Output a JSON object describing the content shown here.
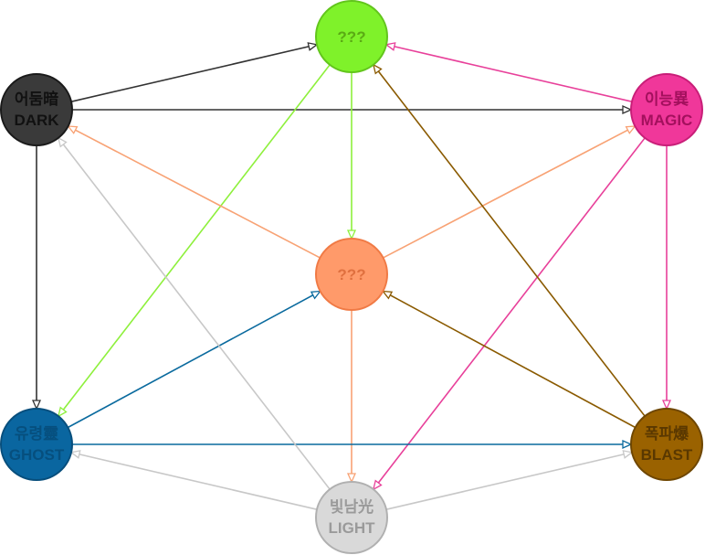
{
  "nodes": [
    {
      "id": "top",
      "line1": "???",
      "line2": "",
      "fill": "#7ff22a",
      "stroke": "#62c51c",
      "text": "#5aab14"
    },
    {
      "id": "dark",
      "line1": "어둠暗",
      "line2": "DARK",
      "fill": "#3a3a3a",
      "stroke": "#1a1a1a",
      "text": "#111111"
    },
    {
      "id": "magic",
      "line1": "이능異",
      "line2": "MAGIC",
      "fill": "#f0379a",
      "stroke": "#c81e78",
      "text": "#a3105d"
    },
    {
      "id": "center",
      "line1": "???",
      "line2": "",
      "fill": "#ff9a6a",
      "stroke": "#f07a45",
      "text": "#e0703f"
    },
    {
      "id": "ghost",
      "line1": "유령靈",
      "line2": "GHOST",
      "fill": "#0a66a0",
      "stroke": "#074e7c",
      "text": "#064f7e"
    },
    {
      "id": "blast",
      "line1": "폭파爆",
      "line2": "BLAST",
      "fill": "#9a6200",
      "stroke": "#6e4600",
      "text": "#5a3800"
    },
    {
      "id": "light",
      "line1": "빛남光",
      "line2": "LIGHT",
      "fill": "#d9d9d9",
      "stroke": "#b0b0b0",
      "text": "#9a9a9a"
    }
  ],
  "edges": [
    {
      "from": "dark",
      "to": "top",
      "color": "#333333"
    },
    {
      "from": "dark",
      "to": "magic",
      "color": "#333333"
    },
    {
      "from": "dark",
      "to": "ghost",
      "color": "#333333"
    },
    {
      "from": "magic",
      "to": "top",
      "color": "#e8409a"
    },
    {
      "from": "magic",
      "to": "blast",
      "color": "#e8409a"
    },
    {
      "from": "magic",
      "to": "light",
      "color": "#e8409a"
    },
    {
      "from": "top",
      "to": "center",
      "color": "#8ef03c"
    },
    {
      "from": "top",
      "to": "ghost",
      "color": "#8ef03c"
    },
    {
      "from": "center",
      "to": "dark",
      "color": "#f8a274"
    },
    {
      "from": "center",
      "to": "magic",
      "color": "#f8a274"
    },
    {
      "from": "center",
      "to": "light",
      "color": "#f8a274"
    },
    {
      "from": "ghost",
      "to": "center",
      "color": "#0a6a9e"
    },
    {
      "from": "ghost",
      "to": "blast",
      "color": "#0a6a9e"
    },
    {
      "from": "blast",
      "to": "top",
      "color": "#8a5a00"
    },
    {
      "from": "blast",
      "to": "center",
      "color": "#8a5a00"
    },
    {
      "from": "light",
      "to": "dark",
      "color": "#c8c8c8"
    },
    {
      "from": "light",
      "to": "ghost",
      "color": "#c8c8c8"
    },
    {
      "from": "light",
      "to": "blast",
      "color": "#c8c8c8"
    }
  ]
}
